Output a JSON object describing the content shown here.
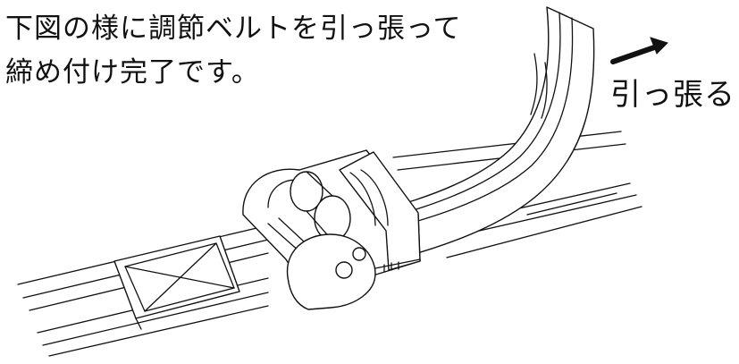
{
  "instruction": {
    "line1": "下図の様に調節ベルトを引っ張って",
    "line2": "締め付け完了です。"
  },
  "pull_label": "引っ張る",
  "colors": {
    "line": "#111111",
    "background": "#ffffff"
  },
  "icons": {
    "direction": "arrow-right-up-icon"
  }
}
